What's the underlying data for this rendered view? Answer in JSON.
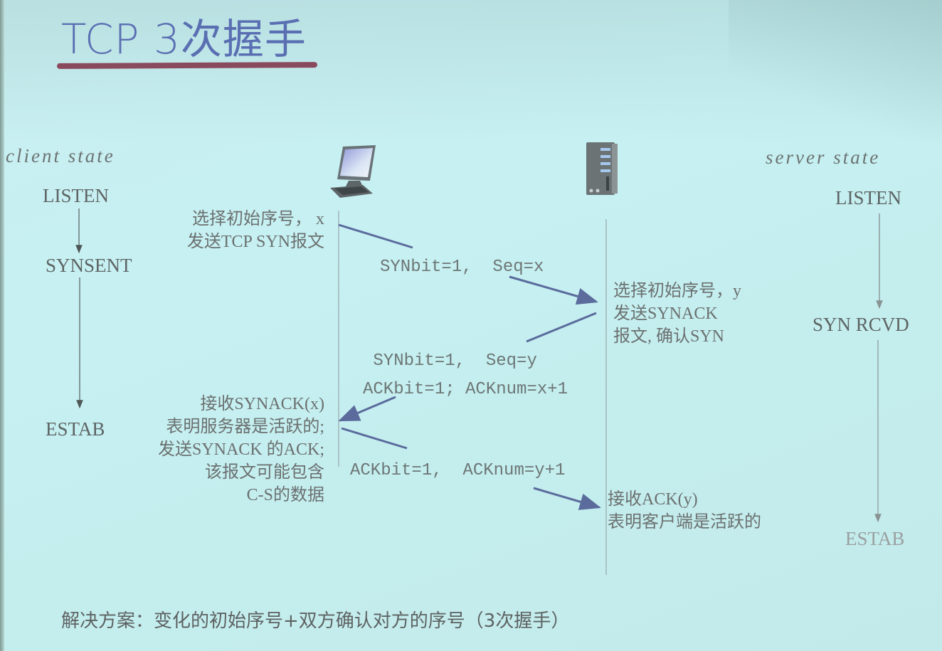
{
  "slide": {
    "title": "TCP  3次握手",
    "footer": "解决方案：变化的初始序号+双方确认对方的序号（3次握手）"
  },
  "client": {
    "header": "client state",
    "icon": "computer-icon",
    "states": [
      "LISTEN",
      "SYNSENT",
      "ESTAB"
    ],
    "notes": [
      "选择初始序号， x\n发送TCP SYN报文",
      "接收SYNACK(x)\n表明服务器是活跃的;\n发送SYNACK 的ACK;\n该报文可能包含\nC-S的数据"
    ]
  },
  "server": {
    "header": "server state",
    "icon": "server-icon",
    "states": [
      "LISTEN",
      "SYN RCVD",
      "ESTAB"
    ],
    "notes": [
      "选择初始序号，y\n发送SYNACK\n报文, 确认SYN",
      "接收ACK(y)\n表明客户端是活跃的"
    ]
  },
  "messages": [
    {
      "label": "SYNbit=1,  Seq=x",
      "direction": "client-to-server"
    },
    {
      "label": " SYNbit=1,  Seq=y\nACKbit=1; ACKnum=x+1",
      "direction": "server-to-client"
    },
    {
      "label": "ACKbit=1,  ACKnum=y+1",
      "direction": "client-to-server"
    }
  ],
  "colors": {
    "background": "#c6f0f2",
    "title": "#5a6fb2",
    "underline": "#8a4a5e",
    "arrow": "#5b6b9c",
    "text": "#6c7070"
  }
}
